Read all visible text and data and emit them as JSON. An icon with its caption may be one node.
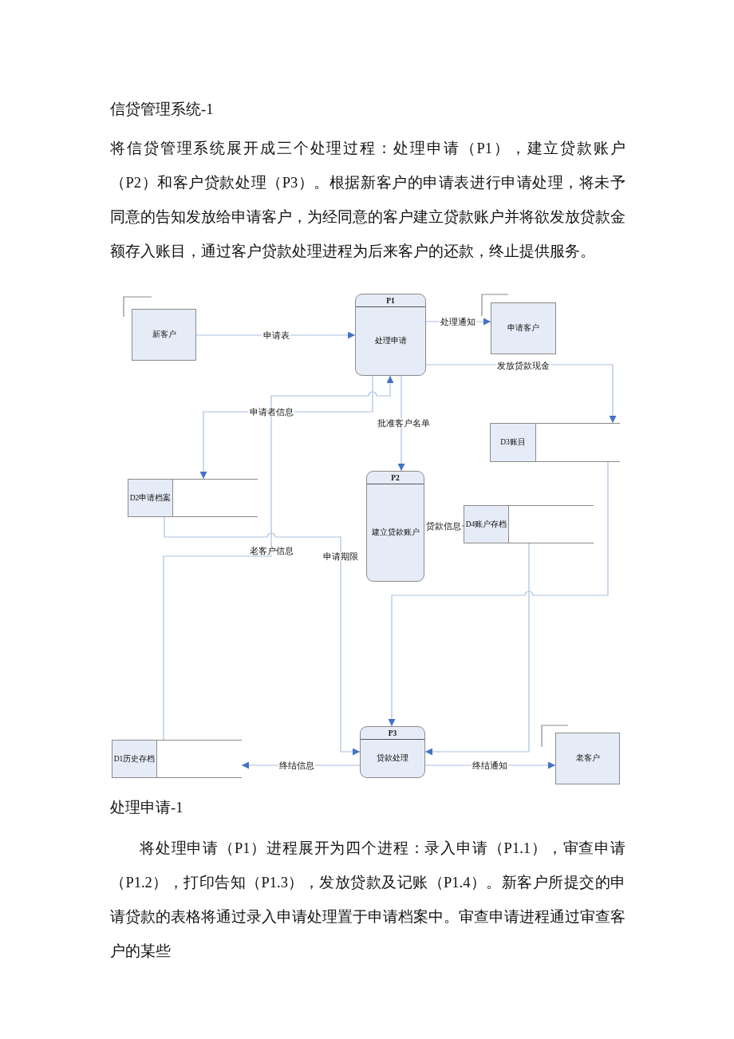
{
  "diagram": {
    "title": "信贷管理系统-1",
    "nodes": [
      {
        "text": [
          "新客户"
        ]
      },
      {
        "text": [
          "P1",
          "处理申请"
        ]
      },
      {
        "text": [
          "申请客户"
        ]
      },
      {
        "text": [
          "D3账目"
        ]
      },
      {
        "text": [
          "D2申请档案"
        ]
      },
      {
        "text": [
          "P2",
          "建立贷款账户"
        ]
      },
      {
        "text": [
          "D4账户存档"
        ]
      },
      {
        "text": [
          "D1历史存档"
        ]
      },
      {
        "text": [
          "P3",
          "贷款处理"
        ]
      },
      {
        "text": [
          "老客户"
        ]
      }
    ],
    "edges": [
      {
        "from": 0,
        "to": 1,
        "arrow": "to",
        "label": "申请表"
      },
      {
        "from": 1,
        "to": 2,
        "arrow": "to",
        "label": "处理通知"
      },
      {
        "from": 1,
        "to": 3,
        "arrow": "to",
        "label": "发放贷款现金"
      },
      {
        "from": 1,
        "to": 4,
        "arrow": "to",
        "label": "申请者信息"
      },
      {
        "from": 7,
        "to": 1,
        "arrow": "to",
        "label": "老客户信息"
      },
      {
        "from": 4,
        "to": 8,
        "arrow": "to",
        "label": "申请期限"
      },
      {
        "from": 1,
        "to": 5,
        "arrow": "to",
        "label": "批准客户名单"
      },
      {
        "from": 5,
        "to": 6,
        "arrow": "to",
        "label": "贷款信息"
      },
      {
        "from": 6,
        "to": 8,
        "arrow": "to"
      },
      {
        "from": 3,
        "to": 8,
        "arrow": "to"
      },
      {
        "from": 8,
        "to": 7,
        "arrow": "to",
        "label": "终结信息"
      },
      {
        "from": 8,
        "to": 9,
        "arrow": "to",
        "label": "终结通知"
      }
    ],
    "labels": [
      "将信贷管理系统展开成三个处理过程：处理申请（P1），建立贷款账户（P2）和客户贷款处理（P3）。根据新客户的申请表进行申请处理，将未予同意的告知发放给申请客户，为经同意的客户建立贷款账户并将欲发放贷款金额存入账目，通过客户贷款处理进程为后来客户的还款，终止提供服务。",
      "处理申请-1",
      "将处理申请（P1）进程展开为四个进程：录入申请（P1.1），审查申请（P1.2），打印告知（P1.3），发放贷款及记账（P1.4）。新客户所提交的申请贷款的表格将通过录入申请处理置于申请档案中。审查申请进程通过审查客户的某些"
    ]
  }
}
